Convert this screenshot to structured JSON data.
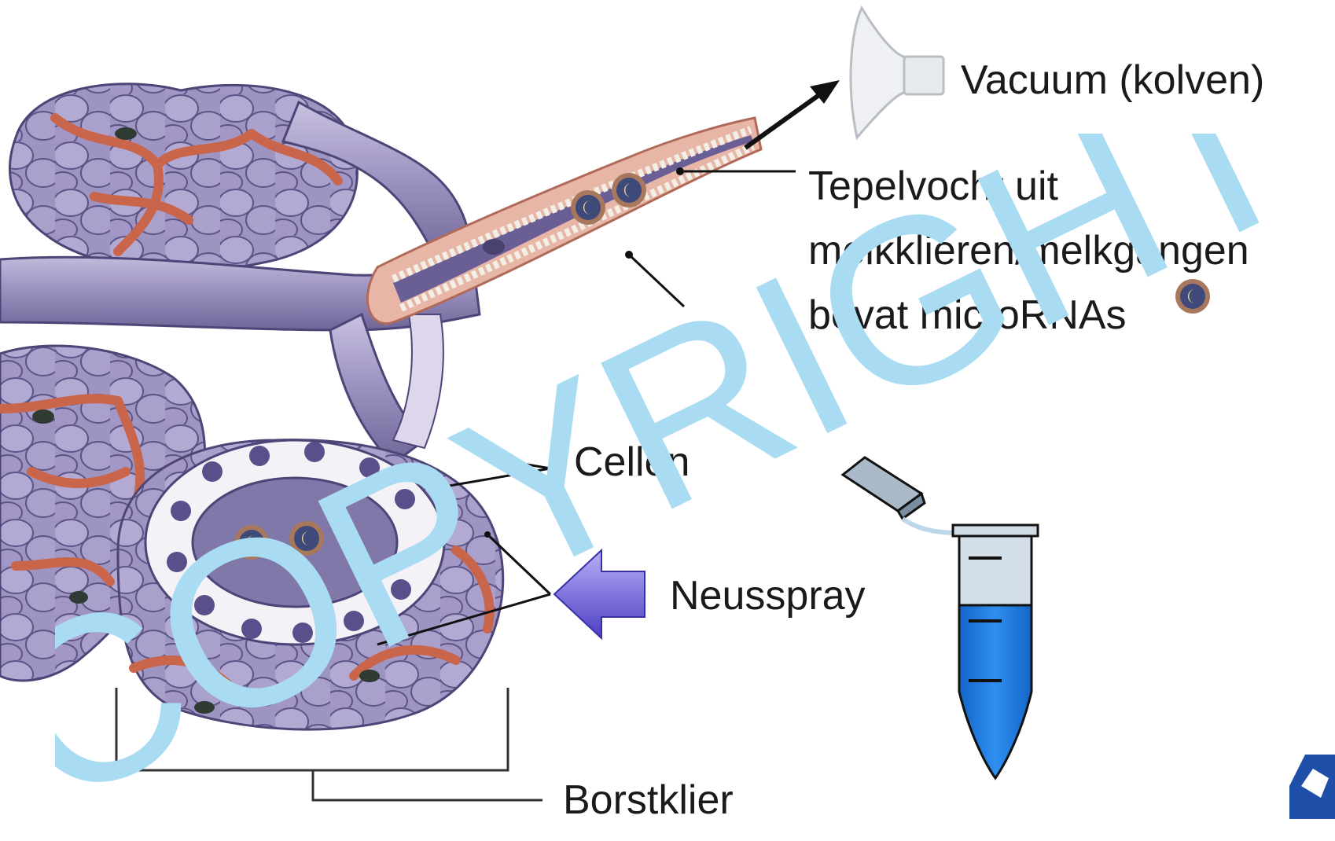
{
  "labels": {
    "vacuum": "Vacuum (kolven)",
    "tepelvocht_line1": "Tepelvocht uit",
    "tepelvocht_line2": "melkklieren/melkgangen",
    "tepelvocht_line3": "bevat microRNAs",
    "cellen": "Cellen",
    "neusspray": "Neusspray",
    "borstklier": "Borstklier"
  },
  "watermark": "COPYRIGHT",
  "colors": {
    "watermark": "#a9dcf3",
    "alveolus_purple": "#8f86b3",
    "vessel_red": "#c96548",
    "duct_pink": "#e8b6a6",
    "arrow_blue": "#6b5fd6",
    "tube_liquid": "#1f7fe0",
    "tube_empty": "#d3dee8"
  },
  "icons": [
    "breast-pump-funnel-icon",
    "microrna-vesicle-icon",
    "nasal-spray-arrow-icon",
    "sample-tube-icon",
    "logo-icon"
  ]
}
